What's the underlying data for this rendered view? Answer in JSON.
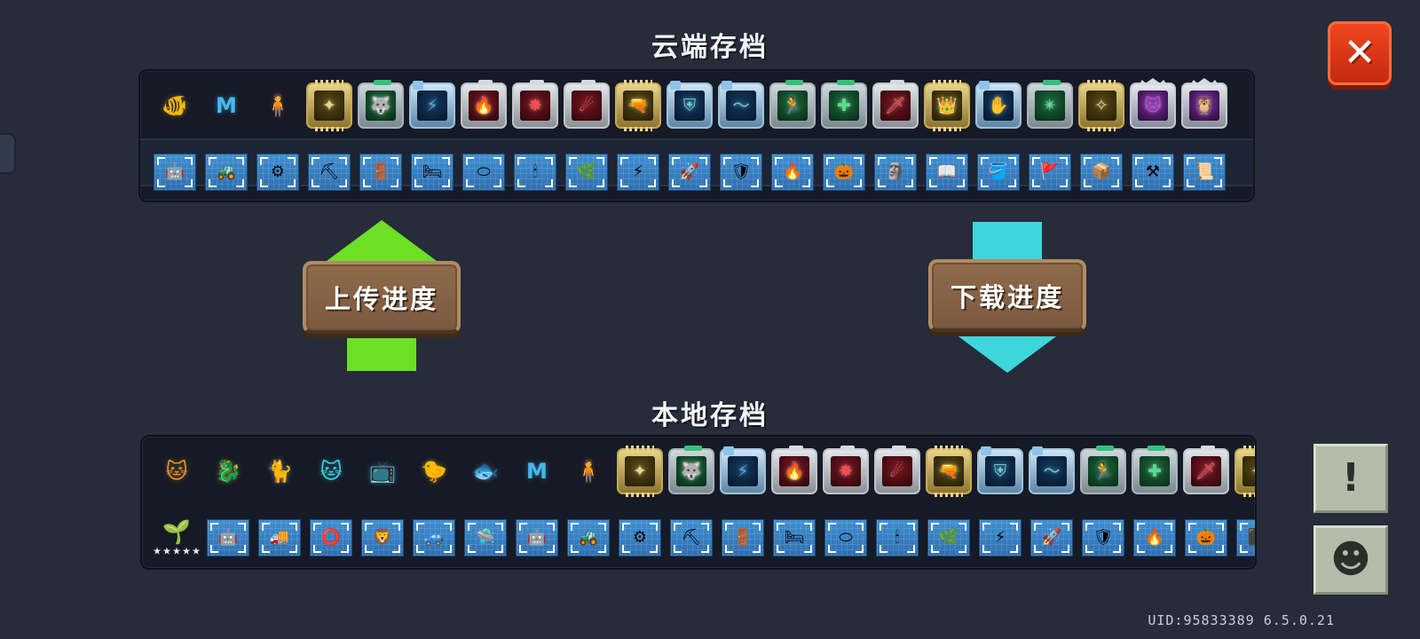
{
  "window": {
    "title": "云端存档",
    "uid_version": "UID:95833389 6.5.0.21",
    "bg_color": "#262c3a"
  },
  "cloud_section": {
    "title": "云端存档",
    "row_characters": [
      {
        "name": "orange-flying-fish-pet",
        "glyph": "🐠",
        "frame": "none",
        "color": "#e8922a"
      },
      {
        "name": "m-badge-winged",
        "glyph": "M",
        "frame": "none",
        "color": "#45b8ef"
      },
      {
        "name": "red-cap-hero",
        "glyph": "🧍",
        "frame": "none",
        "color": "#b2343a"
      },
      {
        "name": "gold-card-comet",
        "glyph": "✦",
        "frame": "gold",
        "color": "#e8d48a"
      },
      {
        "name": "green-card-beast",
        "glyph": "🐺",
        "frame": "green",
        "color": "#33c27a"
      },
      {
        "name": "blue-card-tech",
        "glyph": "⚡",
        "frame": "blue",
        "color": "#4aa8e0"
      },
      {
        "name": "red-card-flame",
        "glyph": "🔥",
        "frame": "red",
        "color": "#e04a3a"
      },
      {
        "name": "red-card-burst",
        "glyph": "✸",
        "frame": "red",
        "color": "#ff4b4b"
      },
      {
        "name": "red-card-meteor",
        "glyph": "☄",
        "frame": "red",
        "color": "#ff6a4b"
      },
      {
        "name": "gold-card-pistol",
        "glyph": "🔫",
        "frame": "gold",
        "color": "#e8d48a"
      },
      {
        "name": "blue-card-shield",
        "glyph": "⛨",
        "frame": "blue",
        "color": "#5fd0e0"
      },
      {
        "name": "blue-card-wave",
        "glyph": "〜",
        "frame": "blue",
        "color": "#5fd0e0"
      },
      {
        "name": "green-card-runner",
        "glyph": "🏃",
        "frame": "green",
        "color": "#55e08a"
      },
      {
        "name": "green-card-leaf",
        "glyph": "✚",
        "frame": "green",
        "color": "#55e08a"
      },
      {
        "name": "red-card-blade",
        "glyph": "🗡",
        "frame": "red",
        "color": "#ff5a5a"
      },
      {
        "name": "gold-card-crown-beast",
        "glyph": "👑",
        "frame": "gold",
        "color": "#e8d48a"
      },
      {
        "name": "blue-card-hand",
        "glyph": "✋",
        "frame": "blue",
        "color": "#5fb8e8"
      },
      {
        "name": "green-card-spark",
        "glyph": "✴",
        "frame": "green",
        "color": "#55e08a"
      },
      {
        "name": "gold-card-star",
        "glyph": "✧",
        "frame": "gold",
        "color": "#e8d48a"
      },
      {
        "name": "purple-card-cat-crown",
        "glyph": "🐱",
        "frame": "purple",
        "color": "#c04ae0"
      },
      {
        "name": "purple-card-owl-crown",
        "glyph": "🦉",
        "frame": "purple",
        "color": "#9a4ae0"
      }
    ],
    "row_blueprints": [
      {
        "name": "mech-walker-white",
        "glyph": "🤖"
      },
      {
        "name": "red-artillery-tank",
        "glyph": "🚜"
      },
      {
        "name": "orange-turret-mech",
        "glyph": "⚙"
      },
      {
        "name": "dark-gun-platform",
        "glyph": "⛏"
      },
      {
        "name": "purple-door-panel",
        "glyph": "🚪"
      },
      {
        "name": "red-white-bed",
        "glyph": "🛏"
      },
      {
        "name": "blue-pool-pod",
        "glyph": "⬭"
      },
      {
        "name": "torch-lamp-stand",
        "glyph": "🕯"
      },
      {
        "name": "green-vine-patch",
        "glyph": "🌿"
      },
      {
        "name": "electric-mine",
        "glyph": "⚡"
      },
      {
        "name": "rocket-launcher",
        "glyph": "🚀"
      },
      {
        "name": "gold-shield-orb",
        "glyph": "🛡"
      },
      {
        "name": "flame-spikes",
        "glyph": "🔥"
      },
      {
        "name": "pumpkin-lantern",
        "glyph": "🎃"
      },
      {
        "name": "yellow-idol-totem",
        "glyph": "🗿"
      },
      {
        "name": "open-book-scroll",
        "glyph": "📖"
      },
      {
        "name": "green-watering-can",
        "glyph": "🪣"
      },
      {
        "name": "red-flag-banner",
        "glyph": "🚩"
      },
      {
        "name": "green-crate-block",
        "glyph": "📦"
      },
      {
        "name": "red-crossed-tools",
        "glyph": "⚒"
      },
      {
        "name": "card-document",
        "glyph": "📜"
      }
    ]
  },
  "local_section": {
    "title": "本地存档",
    "row_characters": [
      {
        "name": "orange-cat-pet",
        "glyph": "🐱",
        "frame": "none",
        "color": "#e8922a"
      },
      {
        "name": "orange-flying-dragon-pet",
        "glyph": "🐉",
        "frame": "none",
        "color": "#e8922a"
      },
      {
        "name": "gray-cat-pet",
        "glyph": "🐈",
        "frame": "none",
        "color": "#b9bfc8"
      },
      {
        "name": "cyan-neon-cat-pet",
        "glyph": "🐱",
        "frame": "none",
        "color": "#3fd6e8"
      },
      {
        "name": "blue-tv-robot-pet",
        "glyph": "📺",
        "frame": "none",
        "color": "#2fb4e8"
      },
      {
        "name": "yellow-duck-pet",
        "glyph": "🐤",
        "frame": "none",
        "color": "#f2c83a"
      },
      {
        "name": "gray-whale-pet",
        "glyph": "🐟",
        "frame": "none",
        "color": "#9aa3ad"
      },
      {
        "name": "m-badge-winged",
        "glyph": "M",
        "frame": "none",
        "color": "#45b8ef"
      },
      {
        "name": "red-cap-hero",
        "glyph": "🧍",
        "frame": "none",
        "color": "#b2343a"
      },
      {
        "name": "gold-card-comet",
        "glyph": "✦",
        "frame": "gold",
        "color": "#e8d48a"
      },
      {
        "name": "green-card-beast",
        "glyph": "🐺",
        "frame": "green",
        "color": "#33c27a"
      },
      {
        "name": "blue-card-tech",
        "glyph": "⚡",
        "frame": "blue",
        "color": "#4aa8e0"
      },
      {
        "name": "red-card-flame",
        "glyph": "🔥",
        "frame": "red",
        "color": "#e04a3a"
      },
      {
        "name": "red-card-burst",
        "glyph": "✸",
        "frame": "red",
        "color": "#ff4b4b"
      },
      {
        "name": "red-card-meteor",
        "glyph": "☄",
        "frame": "red",
        "color": "#ff6a4b"
      },
      {
        "name": "gold-card-pistol",
        "glyph": "🔫",
        "frame": "gold",
        "color": "#e8d48a"
      },
      {
        "name": "blue-card-shield",
        "glyph": "⛨",
        "frame": "blue",
        "color": "#5fd0e0"
      },
      {
        "name": "blue-card-wave",
        "glyph": "〜",
        "frame": "blue",
        "color": "#5fd0e0"
      },
      {
        "name": "green-card-runner",
        "glyph": "🏃",
        "frame": "green",
        "color": "#55e08a"
      },
      {
        "name": "green-card-leaf",
        "glyph": "✚",
        "frame": "green",
        "color": "#55e08a"
      },
      {
        "name": "red-card-blade",
        "glyph": "🗡",
        "frame": "red",
        "color": "#ff5a5a"
      },
      {
        "name": "partial-card-edge",
        "glyph": "✦",
        "frame": "gold",
        "color": "#e8d48a"
      }
    ],
    "row_blueprints": [
      {
        "name": "seedling-plant",
        "glyph": "🌱",
        "stars": 5,
        "free": true
      },
      {
        "name": "blue-mech-rider",
        "glyph": "🤖"
      },
      {
        "name": "red-battle-truck",
        "glyph": "🚚"
      },
      {
        "name": "bronze-ring-gate",
        "glyph": "⭕"
      },
      {
        "name": "lion-dance-mask",
        "glyph": "🦁"
      },
      {
        "name": "gray-tank",
        "glyph": "🚙"
      },
      {
        "name": "blue-saucer-pod",
        "glyph": "🛸"
      },
      {
        "name": "mech-walker-white",
        "glyph": "🤖"
      },
      {
        "name": "red-artillery-tank",
        "glyph": "🚜"
      },
      {
        "name": "orange-turret-mech",
        "glyph": "⚙"
      },
      {
        "name": "dark-gun-platform",
        "glyph": "⛏"
      },
      {
        "name": "purple-door-panel",
        "glyph": "🚪"
      },
      {
        "name": "red-white-bed",
        "glyph": "🛏"
      },
      {
        "name": "blue-pool-pod",
        "glyph": "⬭"
      },
      {
        "name": "torch-lamp-stand",
        "glyph": "🕯"
      },
      {
        "name": "green-vine-patch",
        "glyph": "🌿"
      },
      {
        "name": "electric-mine",
        "glyph": "⚡"
      },
      {
        "name": "rocket-launcher",
        "glyph": "🚀"
      },
      {
        "name": "gold-shield-orb",
        "glyph": "🛡"
      },
      {
        "name": "flame-spikes",
        "glyph": "🔥"
      },
      {
        "name": "pumpkin-lantern",
        "glyph": "🎃"
      },
      {
        "name": "partial-tile-edge",
        "glyph": "⬛"
      }
    ]
  },
  "actions": {
    "upload": {
      "label": "上传进度",
      "arrow_direction": "up",
      "arrow_color": "#6ce025",
      "icon": "arrow-up-icon"
    },
    "download": {
      "label": "下载进度",
      "arrow_direction": "down",
      "arrow_color": "#3ed6dd",
      "icon": "arrow-down-icon"
    }
  },
  "buttons": {
    "close": {
      "label": "✕",
      "color": "#e0411c",
      "icon": "close-icon"
    },
    "help": {
      "label": "!",
      "icon": "exclamation-icon"
    },
    "avatar": {
      "label": "☻",
      "icon": "person-icon"
    }
  }
}
